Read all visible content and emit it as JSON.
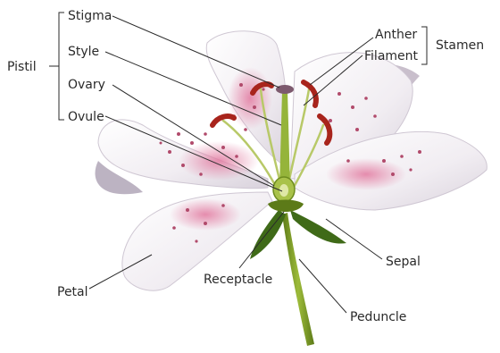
{
  "labels": {
    "pistil": "Pistil",
    "stigma": "Stigma",
    "style": "Style",
    "ovary": "Ovary",
    "ovule": "Ovule",
    "anther": "Anther",
    "filament": "Filament",
    "stamen": "Stamen",
    "sepal": "Sepal",
    "petal": "Petal",
    "receptacle": "Receptacle",
    "peduncle": "Peduncle"
  },
  "colors": {
    "petal": "#f4f1f4",
    "petal_shade": "#c7c0cc",
    "pink": "#e48aa8",
    "spot": "#b14a6b",
    "anther": "#a8241c",
    "stem": "#6e8c1f",
    "sepal": "#3f6a18",
    "line": "#2a2a2a"
  }
}
